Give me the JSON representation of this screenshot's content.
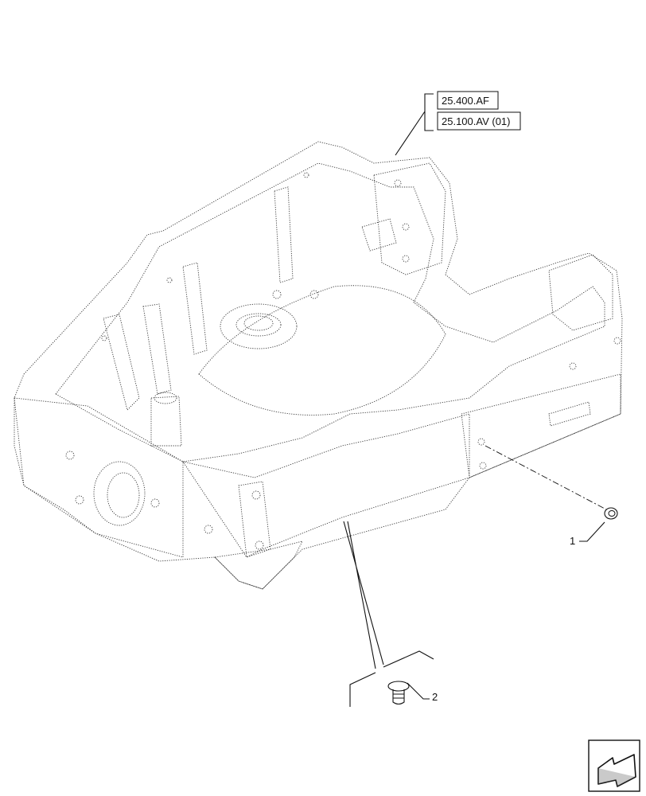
{
  "references": [
    "25.400.AF",
    "25.100.AV (01)"
  ],
  "callouts": [
    {
      "number": "1",
      "part": "plug"
    },
    {
      "number": "2",
      "part": "screw"
    }
  ],
  "icons": {
    "nav": "arrow-back-icon"
  }
}
